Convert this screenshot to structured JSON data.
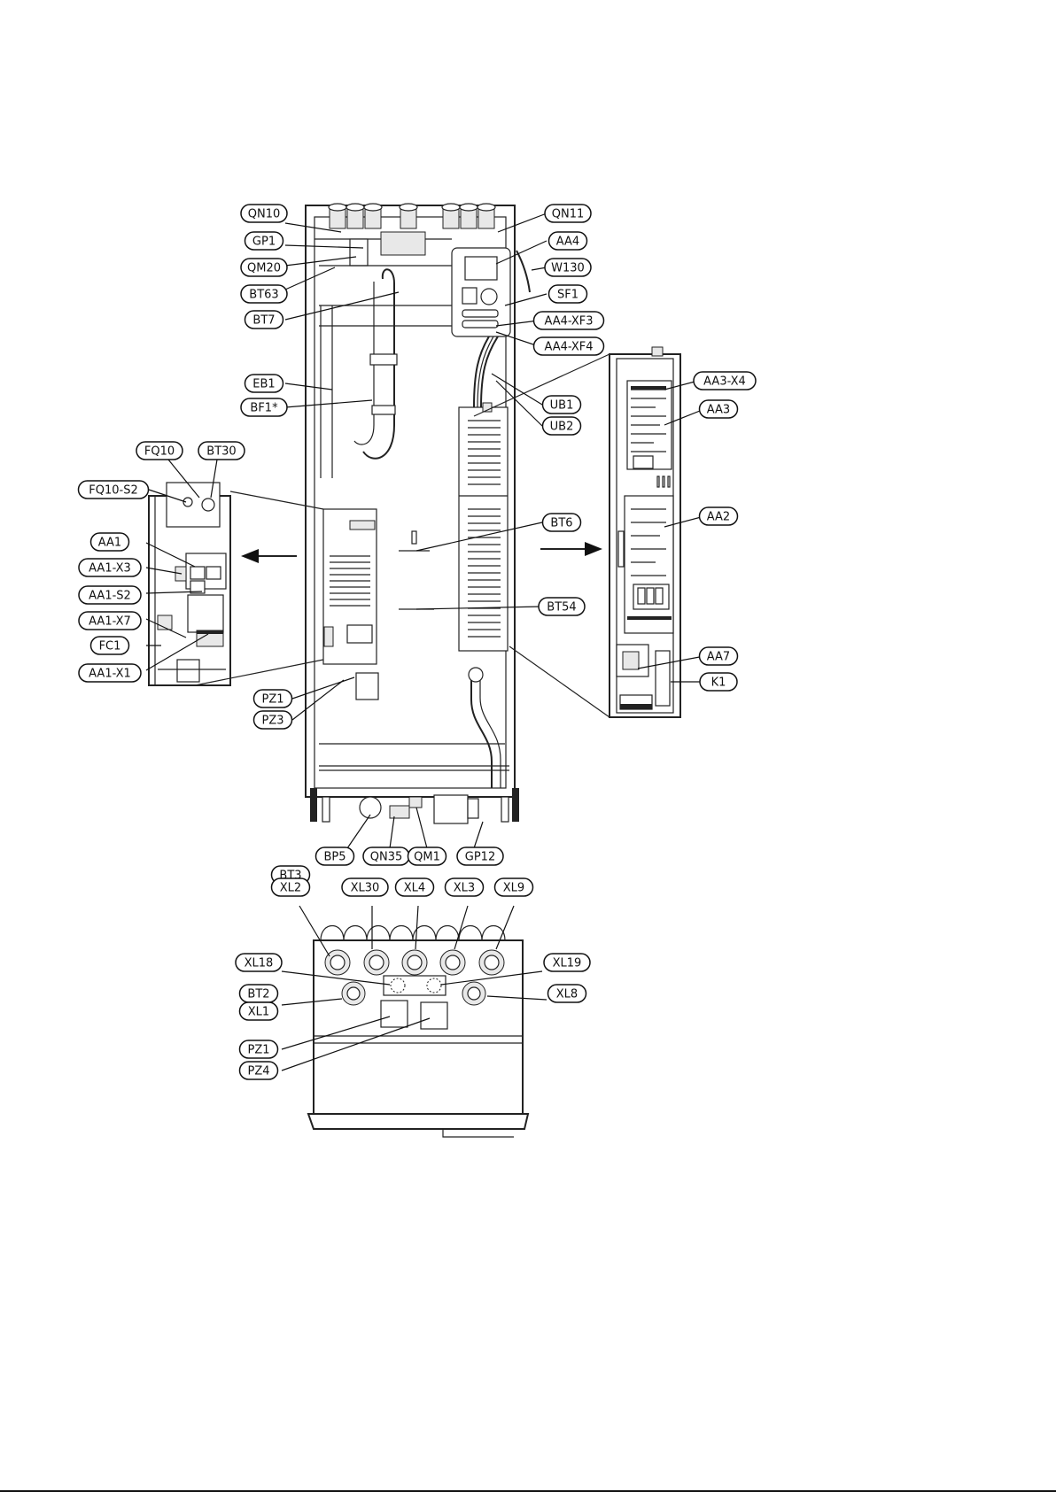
{
  "footer": {
    "text": ""
  },
  "labels": [
    {
      "id": "QN10",
      "text": "QN10"
    },
    {
      "id": "GP1",
      "text": "GP1"
    },
    {
      "id": "QM20",
      "text": "QM20"
    },
    {
      "id": "BT63",
      "text": "BT63"
    },
    {
      "id": "BT7",
      "text": "BT7"
    },
    {
      "id": "EB1",
      "text": "EB1"
    },
    {
      "id": "BF1",
      "text": "BF1*"
    },
    {
      "id": "FQ10",
      "text": "FQ10"
    },
    {
      "id": "BT30",
      "text": "BT30"
    },
    {
      "id": "FQ10-S2",
      "text": "FQ10-S2"
    },
    {
      "id": "AA1",
      "text": "AA1"
    },
    {
      "id": "AA1-X3",
      "text": "AA1-X3"
    },
    {
      "id": "AA1-S2",
      "text": "AA1-S2"
    },
    {
      "id": "AA1-X7",
      "text": "AA1-X7"
    },
    {
      "id": "FC1",
      "text": "FC1"
    },
    {
      "id": "AA1-X1",
      "text": "AA1-X1"
    },
    {
      "id": "PZ1a",
      "text": "PZ1"
    },
    {
      "id": "PZ3",
      "text": "PZ3"
    },
    {
      "id": "QN11",
      "text": "QN11"
    },
    {
      "id": "AA4",
      "text": "AA4"
    },
    {
      "id": "W130",
      "text": "W130"
    },
    {
      "id": "SF1",
      "text": "SF1"
    },
    {
      "id": "AA4-XF3",
      "text": "AA4-XF3"
    },
    {
      "id": "AA4-XF4",
      "text": "AA4-XF4"
    },
    {
      "id": "UB1",
      "text": "UB1"
    },
    {
      "id": "UB2",
      "text": "UB2"
    },
    {
      "id": "AA3-X4",
      "text": "AA3-X4"
    },
    {
      "id": "AA3",
      "text": "AA3"
    },
    {
      "id": "AA2",
      "text": "AA2"
    },
    {
      "id": "BT6",
      "text": "BT6"
    },
    {
      "id": "BT54",
      "text": "BT54"
    },
    {
      "id": "AA7",
      "text": "AA7"
    },
    {
      "id": "K1",
      "text": "K1"
    },
    {
      "id": "BP5",
      "text": "BP5"
    },
    {
      "id": "QN35",
      "text": "QN35"
    },
    {
      "id": "QM1",
      "text": "QM1"
    },
    {
      "id": "GP12",
      "text": "GP12"
    },
    {
      "id": "BT3",
      "text": "BT3"
    },
    {
      "id": "XL2",
      "text": "XL2"
    },
    {
      "id": "XL30",
      "text": "XL30"
    },
    {
      "id": "XL4",
      "text": "XL4"
    },
    {
      "id": "XL3",
      "text": "XL3"
    },
    {
      "id": "XL9",
      "text": "XL9"
    },
    {
      "id": "XL18",
      "text": "XL18"
    },
    {
      "id": "XL19",
      "text": "XL19"
    },
    {
      "id": "BT2",
      "text": "BT2"
    },
    {
      "id": "XL1",
      "text": "XL1"
    },
    {
      "id": "XL8",
      "text": "XL8"
    },
    {
      "id": "PZ1b",
      "text": "PZ1"
    },
    {
      "id": "PZ4",
      "text": "PZ4"
    }
  ]
}
